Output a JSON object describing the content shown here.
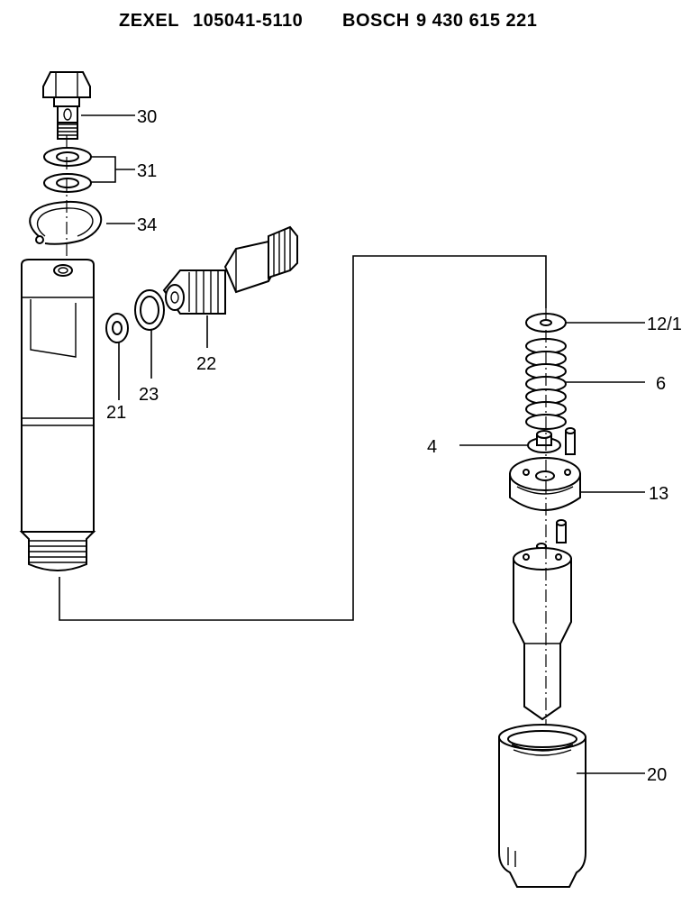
{
  "header": {
    "brand1": "ZEXEL",
    "code1": "105041-5110",
    "brand2": "BOSCH",
    "code2": "9 430 615 221"
  },
  "callouts": {
    "c30": "30",
    "c31": "31",
    "c34": "34",
    "c22": "22",
    "c23": "23",
    "c21": "21",
    "c12_1": "12/1",
    "c6": "6",
    "c4": "4",
    "c13": "13",
    "c20": "20"
  },
  "colors": {
    "ink": "#000000",
    "paper": "#ffffff"
  }
}
